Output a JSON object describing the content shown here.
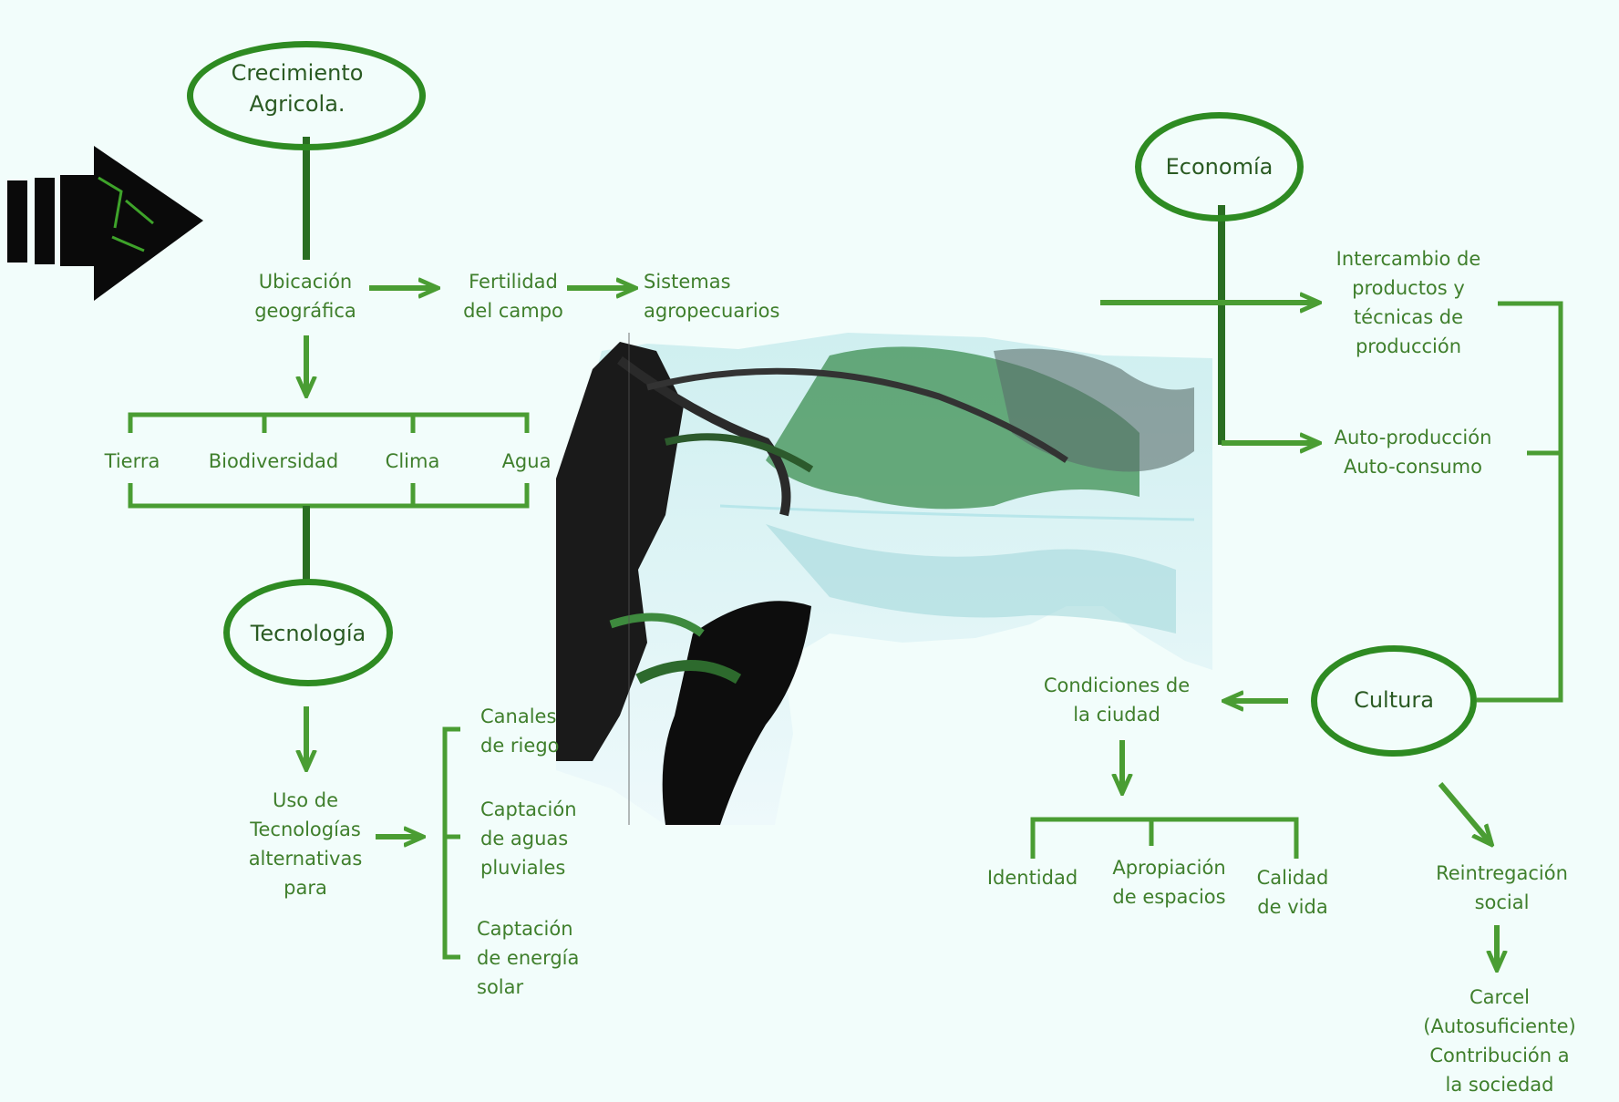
{
  "nodes": {
    "crecimiento": "Crecimiento\nAgricola.",
    "tecnologia": "Tecnología",
    "economia": "Economía",
    "cultura": "Cultura"
  },
  "labels": {
    "ubicacion": "Ubicación\ngeográfica",
    "fertilidad": "Fertilidad\ndel campo",
    "sistemas": "Sistemas\nagropecuarios",
    "tierra": "Tierra",
    "biodiversidad": "Biodiversidad",
    "clima": "Clima",
    "agua": "Agua",
    "uso": "Uso de\nTecnologías\nalternativas\npara",
    "canales": "Canales\nde riego",
    "captacion_aguas": "Captación\nde aguas\npluviales",
    "captacion_energia": "Captación\nde energía\nsolar",
    "intercambio": "Intercambio de\nproductos y\ntécnicas de\nproducción",
    "autoproduccion": "Auto-producción\nAuto-consumo",
    "condiciones": "Condiciones de\nla ciudad",
    "identidad": "Identidad",
    "apropiacion": "Apropiación\nde espacios",
    "calidad": "Calidad\nde vida",
    "reintregacion": "Reintregación\nsocial",
    "carcel": "Carcel\n(Autosuficiente)\nContribución a\nla sociedad"
  },
  "colors": {
    "line": "#4a9d33",
    "ellipse": "#2e8b22",
    "text": "#3f7f2c",
    "background": "#f2fdfb"
  },
  "icons": {
    "arrow": "black-arrow-icon",
    "photo": "mangrove-photo"
  }
}
